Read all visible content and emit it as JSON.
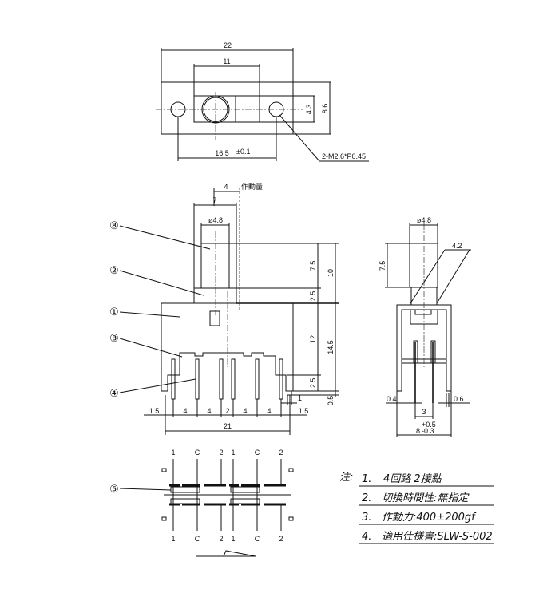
{
  "top_view": {
    "dim_overall": "22",
    "dim_inner": "11",
    "dim_height_inner": "4.3",
    "dim_height": "8.6",
    "dim_hole_pitch": "16.5",
    "dim_hole_pitch_tol": "±0.1",
    "hole_callout": "2-M2.6*P0.45"
  },
  "front_view": {
    "dim_travel": "4",
    "dim_travel_label": "作動量",
    "dim_slider_width": "7",
    "dim_knob_dia": "ø4.8",
    "dim_knob_height": "7.5",
    "dim_total_top": "10",
    "dim_slider_height": "2.5",
    "dim_body_height": "12",
    "dim_body_total": "14.5",
    "dim_leg": "2.5",
    "dim_leg_offset": "0.5",
    "dim_pin_side": "1",
    "pin_pitches": [
      "1.5",
      "4",
      "4",
      "2",
      "4",
      "4",
      "1.5"
    ],
    "dim_total_width": "21",
    "balloons": [
      "⑧",
      "②",
      "①",
      "③",
      "④"
    ]
  },
  "side_view": {
    "dim_knob_dia": "ø4.8",
    "dim_knob_height": "7.5",
    "dim_bracket": "4.2",
    "dim_pin_left": "0.4",
    "dim_pin_right": "0.6",
    "dim_pin_pitch": "3",
    "dim_width": "8",
    "dim_width_tol_plus": "+0.5",
    "dim_width_tol_minus": "-0.3"
  },
  "schematic": {
    "top_labels": [
      "1",
      "C",
      "2",
      "1",
      "C",
      "2"
    ],
    "bottom_labels": [
      "1",
      "C",
      "2",
      "1",
      "C",
      "2"
    ],
    "balloon": "⑤"
  },
  "notes": {
    "heading": "注:",
    "items": [
      {
        "num": "1.",
        "text": "4回路  2接點"
      },
      {
        "num": "2.",
        "text": "切換時間性:無指定"
      },
      {
        "num": "3.",
        "text": "作動力:400±200gf"
      },
      {
        "num": "4.",
        "text": "適用仕様書:SLW-S-002"
      }
    ]
  }
}
